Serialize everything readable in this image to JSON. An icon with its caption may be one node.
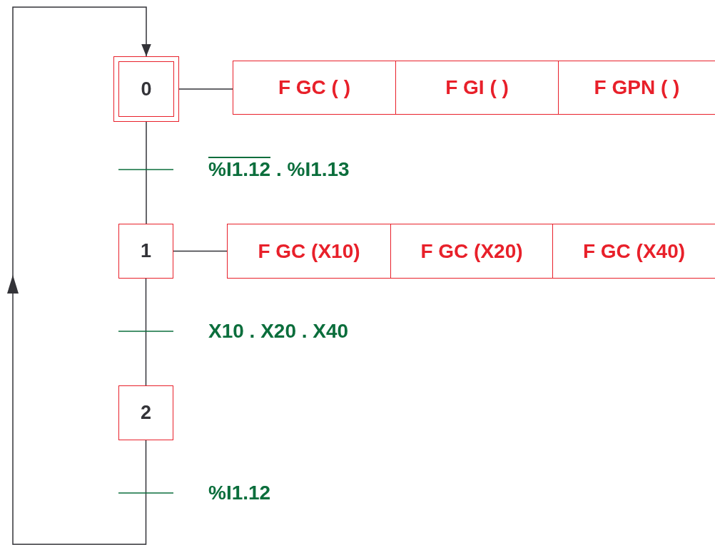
{
  "diagram": {
    "nodes": [
      {
        "text": [
          "0"
        ]
      },
      {
        "text": [
          "F GC ( )"
        ]
      },
      {
        "text": [
          "F GI ( )"
        ]
      },
      {
        "text": [
          "F GPN ( )"
        ]
      },
      {
        "text": [
          "1"
        ]
      },
      {
        "text": [
          "F GC (X10)"
        ]
      },
      {
        "text": [
          "F GC (X20)"
        ]
      },
      {
        "text": [
          "F GC (X40)"
        ]
      },
      {
        "text": [
          "2"
        ]
      }
    ],
    "edges": [
      {
        "from": 0,
        "to": 1,
        "arrow": "none"
      },
      {
        "from": 0,
        "to": 4,
        "arrow": "none"
      },
      {
        "from": 4,
        "to": 5,
        "arrow": "none"
      },
      {
        "from": 4,
        "to": 8,
        "arrow": "none"
      },
      {
        "from": 8,
        "to": 0,
        "arrow": "to"
      }
    ],
    "labels": [
      "%I1.12 . %I1.13",
      "X10 . X20 . X40",
      "%I1.12"
    ]
  }
}
